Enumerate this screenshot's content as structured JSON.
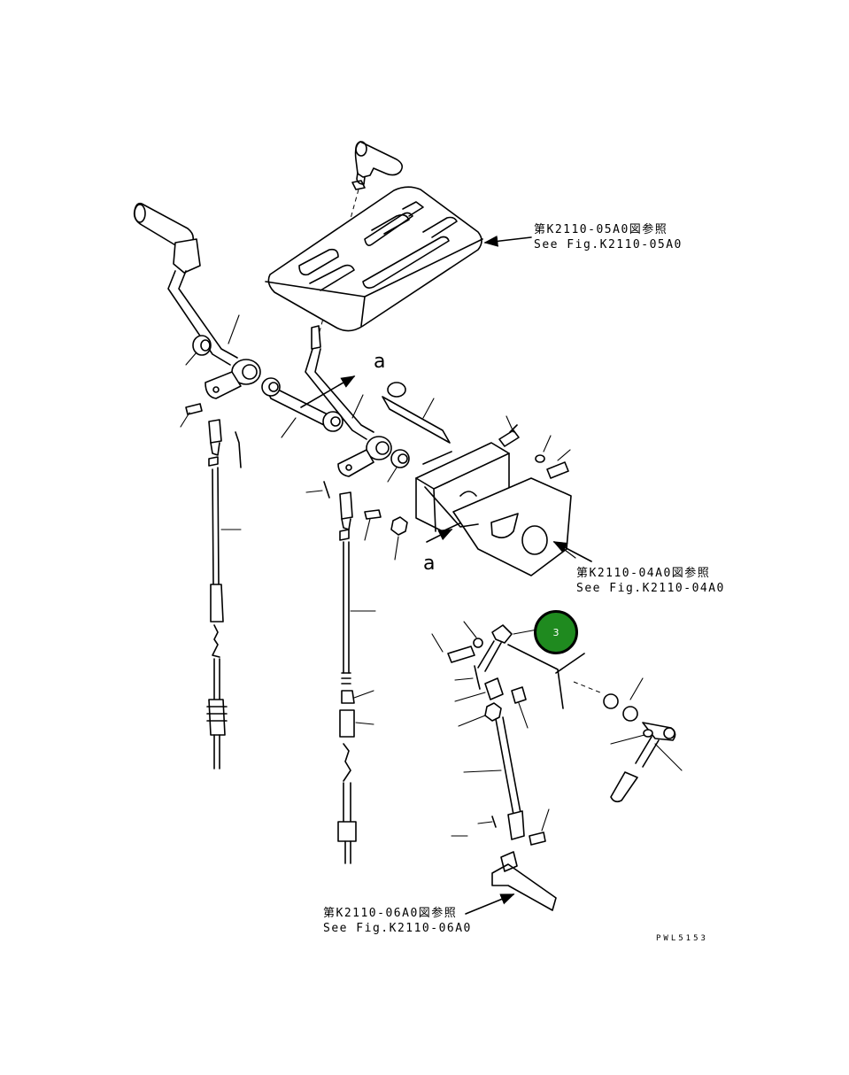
{
  "references": [
    {
      "jp": "第K2110-05A0図参照",
      "en": "See Fig.K2110-05A0"
    },
    {
      "jp": "第K2110-04A0図参照",
      "en": "See Fig.K2110-04A0"
    },
    {
      "jp": "第K2110-06A0図参照",
      "en": "See Fig.K2110-06A0"
    }
  ],
  "view_labels": {
    "upper": "a",
    "lower": "a"
  },
  "callouts": [
    {
      "label": "3",
      "color": "#1f8a1f"
    }
  ],
  "drawing_code": "PWL5153",
  "icons": {
    "callout": "numbered-circle-icon",
    "arrow": "leader-arrow-icon"
  }
}
